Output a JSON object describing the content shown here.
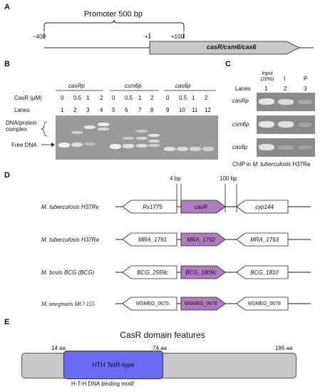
{
  "panels": {
    "A": "A",
    "B": "B",
    "C": "C",
    "D": "D",
    "E": "E"
  },
  "panelA": {
    "promoter_label": "Promoter 500 bp",
    "pos_minus400": "−400",
    "pos_plus1": "+1",
    "pos_plus100": "+100",
    "operon": "casR/csm6/cas6"
  },
  "panelB": {
    "groups": [
      "casRp",
      "csm6p",
      "cas6p"
    ],
    "casr_label": "CasR (μM)",
    "concentrations": [
      "0",
      "0.5",
      "1",
      "2",
      "0",
      "0.5",
      "1",
      "2",
      "0",
      "0.5",
      "1",
      "2"
    ],
    "lanes_label": "Lanes",
    "lanes": [
      "1",
      "2",
      "3",
      "4",
      "5",
      "6",
      "7",
      "8",
      "9",
      "10",
      "11",
      "12"
    ],
    "complex_label_1": "DNA/protein",
    "complex_label_2": "complex",
    "free_label": "Free DNA"
  },
  "panelC": {
    "input_label": "Input (20%)",
    "ip_label": "I",
    "p_label": "P",
    "lanes_label": "Lanes",
    "lanes": [
      "1",
      "2",
      "3"
    ],
    "rows": [
      "casRp",
      "csm6p",
      "cas6p"
    ],
    "caption_prefix": "ChIP in ",
    "caption_org": "M. tuberculosis",
    "caption_strain": " H37Ra"
  },
  "panelD": {
    "bp4": "4 bp",
    "bp100": "100 bp",
    "organisms": [
      {
        "name": "M. tuberculosis H37Rv",
        "left": "Rv1775",
        "mid": "casR",
        "right": "cyp144"
      },
      {
        "name": "M. tuberculosis H37Ra",
        "left": "MRA_1791",
        "mid": "MRA_1792",
        "right": "MRA_1793"
      },
      {
        "name": "M. bovis BCG (BCG)",
        "left": "BCG_2559c",
        "mid": "BCG_1809c",
        "right": "BCG_1810"
      },
      {
        "name": "M. smegmatis MC² 155",
        "left": "MSMEG_0675",
        "mid": "MSMEG_0676",
        "right": "MSMEG_0678"
      }
    ]
  },
  "panelE": {
    "title": "CasR domain features",
    "aa14": "14 aa",
    "aa74": "74 aa",
    "aa186": "186 aa",
    "domain": "HTH TetR-type",
    "motif": "H-T-H DNA binding motif"
  },
  "colors": {
    "purple": "#b07cc0",
    "blue": "#6a6af5",
    "gray_bar": "#c8c8c8",
    "arrow_fill": "#c8c8c8"
  }
}
